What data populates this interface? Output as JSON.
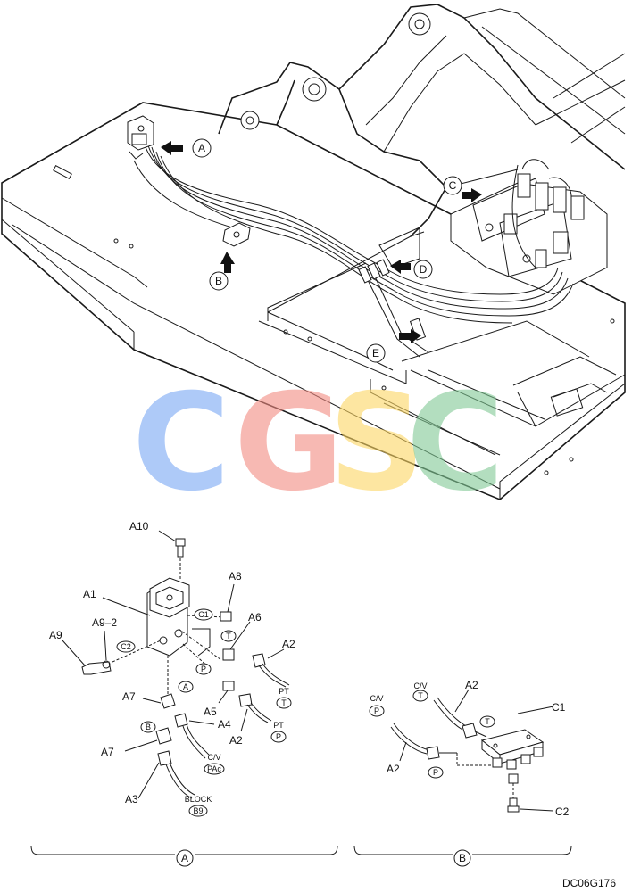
{
  "callouts_top": {
    "a": "A",
    "b": "B",
    "c": "C",
    "d": "D",
    "e": "E"
  },
  "watermark": {
    "letters": [
      "C",
      "G",
      "S",
      "C"
    ],
    "colors": [
      "#7aa7f5",
      "#f28b82",
      "#fdd663",
      "#81c995"
    ]
  },
  "detail_a": {
    "labels": {
      "a10": "A10",
      "a1": "A1",
      "a8": "A8",
      "a9_2": "A9–2",
      "a9": "A9",
      "a6": "A6",
      "a2_upper": "A2",
      "a7_upper": "A7",
      "a5": "A5",
      "a4": "A4",
      "a2_lower": "A2",
      "a7_lower": "A7",
      "a3": "A3"
    },
    "ports": {
      "c1": "C1",
      "c2": "C2",
      "t": "T",
      "p": "P",
      "a": "A",
      "b": "B"
    },
    "hose_tags": {
      "pt_t_top": "PT",
      "pt_t_circle": "T",
      "pt_p_top": "PT",
      "pt_p_circle": "P",
      "cv_top": "C/V",
      "cv_circle": "PAc",
      "block_top": "BLOCK",
      "block_circle": "B9"
    },
    "section_label": "A"
  },
  "detail_b": {
    "labels": {
      "c1": "C1",
      "c2": "C2",
      "a2_upper": "A2",
      "a2_lower": "A2"
    },
    "hose_tags": {
      "cv_t_top": "C/V",
      "cv_t_circle": "T",
      "cv_p_top": "C/V",
      "cv_p_circle": "P"
    },
    "ports": {
      "t": "T",
      "p": "P"
    },
    "section_label": "B"
  },
  "drawing_code": "DC06G176"
}
